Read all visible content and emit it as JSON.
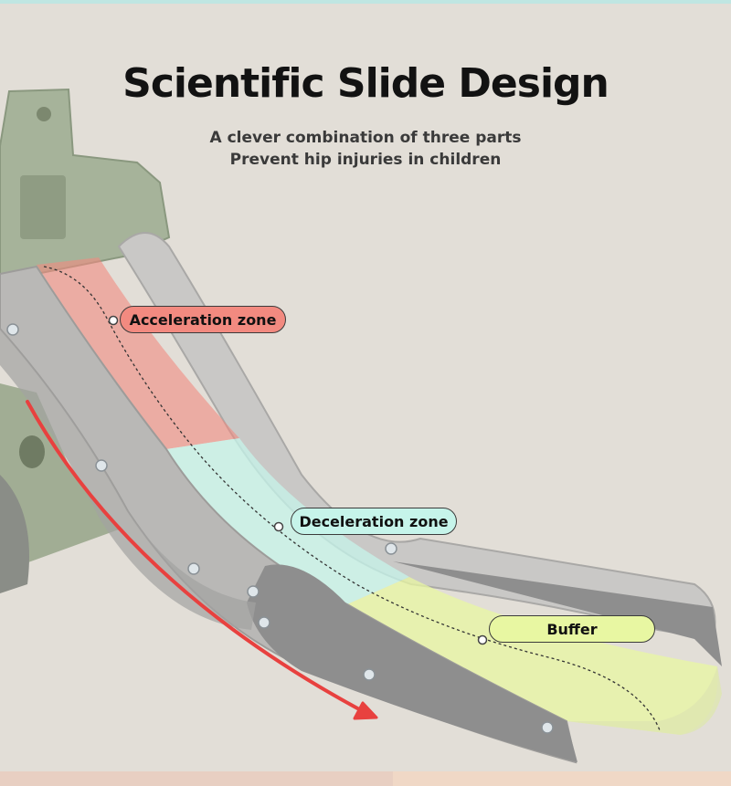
{
  "title": "Scientific Slide Design",
  "subtitle_lines": [
    "A clever combination of three parts",
    "Prevent hip injuries in children"
  ],
  "zones": {
    "acceleration": {
      "label": "Acceleration zone",
      "color": "#f28a80"
    },
    "deceleration": {
      "label": "Deceleration zone",
      "color": "#c6f4ea"
    },
    "buffer": {
      "label": "Buffer",
      "color": "#e8f7a2"
    }
  },
  "colors": {
    "background": "#e2ded7",
    "slide_frame": "#b9b8b6",
    "slide_dark": "#8e8e8e",
    "tower_green": "#a6b39a",
    "arrow": "#e8413f"
  }
}
